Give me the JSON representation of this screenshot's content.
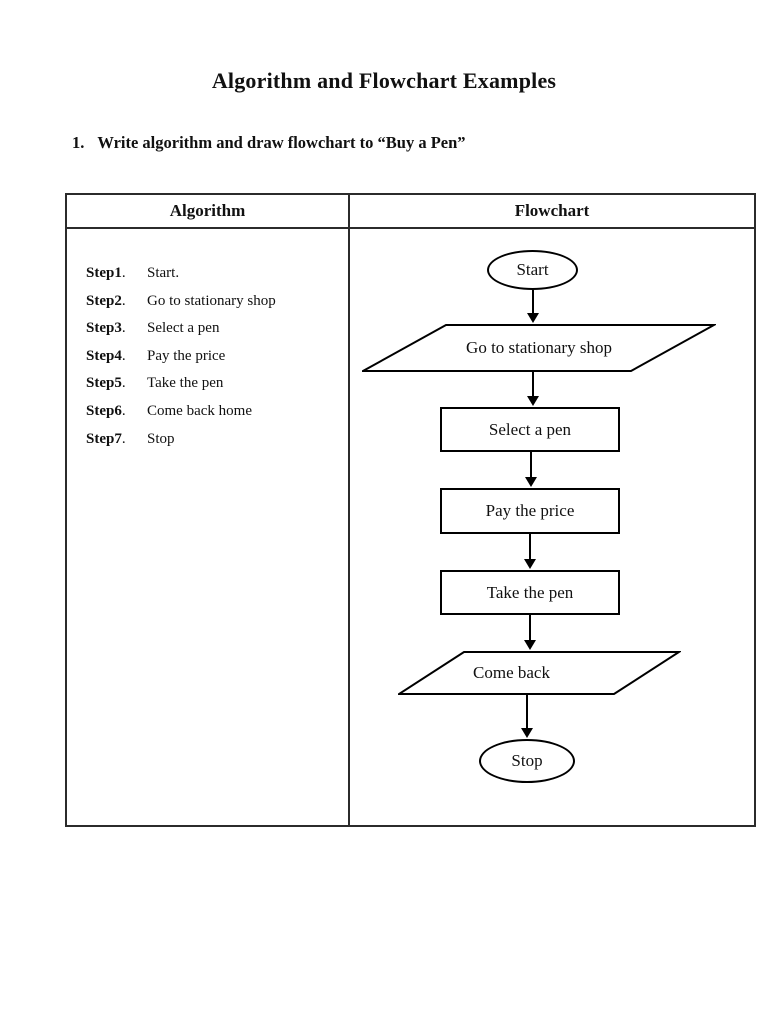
{
  "title": "Algorithm and Flowchart Examples",
  "question": {
    "number": "1.",
    "text": "Write algorithm and draw flowchart to “Buy a Pen”"
  },
  "table": {
    "col1_header": "Algorithm",
    "col2_header": "Flowchart"
  },
  "algorithm": {
    "separator": ".",
    "steps": [
      {
        "label": "Step1",
        "text": "Start."
      },
      {
        "label": "Step2",
        "text": "Go to stationary shop"
      },
      {
        "label": "Step3",
        "text": "Select a pen"
      },
      {
        "label": "Step4",
        "text": "Pay the price"
      },
      {
        "label": "Step5",
        "text": "Take the pen"
      },
      {
        "label": "Step6",
        "text": "Come back home"
      },
      {
        "label": "Step7",
        "text": "Stop"
      }
    ]
  },
  "flowchart": {
    "nodes": [
      {
        "id": "start",
        "type": "terminator",
        "label": "Start"
      },
      {
        "id": "go-to-shop",
        "type": "io",
        "label": "Go to stationary shop"
      },
      {
        "id": "select-pen",
        "type": "process",
        "label": "Select a pen"
      },
      {
        "id": "pay-price",
        "type": "process",
        "label": "Pay the price"
      },
      {
        "id": "take-pen",
        "type": "process",
        "label": "Take the pen"
      },
      {
        "id": "come-back",
        "type": "io",
        "label": "Come back"
      },
      {
        "id": "stop",
        "type": "terminator",
        "label": "Stop"
      }
    ]
  },
  "colors": {
    "ink": "#000000",
    "table_border": "#2b2b2b",
    "background": "#ffffff"
  }
}
